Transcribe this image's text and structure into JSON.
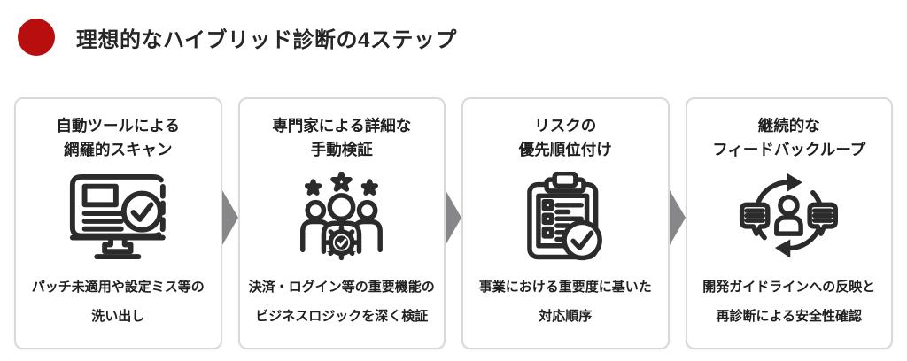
{
  "header": {
    "bullet_icon": "red-dot-icon",
    "title": "理想的なハイブリッド診断の4ステップ"
  },
  "steps": [
    {
      "title": "自動ツールによる\n網羅的スキャン",
      "icon": "monitor-scan-check-icon",
      "description": "パッチ未適用や設定ミス等の\n洗い出し"
    },
    {
      "title": "専門家による詳細な\n手動検証",
      "icon": "expert-team-stars-gear-check-icon",
      "description": "決済・ログイン等の重要機能の\nビジネスロジックを深く検証"
    },
    {
      "title": "リスクの\n優先順位付け",
      "icon": "clipboard-checklist-check-icon",
      "description": "事業における重要度に基いた\n対応順序"
    },
    {
      "title": "継続的な\nフィードバックループ",
      "icon": "feedback-loop-person-chat-icon",
      "description": "開発ガイドラインへの反映と\n再診断による安全性確認"
    }
  ],
  "connectors": [
    {
      "icon": "right-arrow-icon"
    },
    {
      "icon": "right-arrow-icon"
    },
    {
      "icon": "right-arrow-icon"
    }
  ],
  "colors": {
    "bullet_red": "#B80E0E",
    "title_text": "#262626",
    "card_text": "#1F1F1F",
    "card_border": "#D9D9D9",
    "arrow_gray": "#87878A",
    "icon_stroke": "#2B2B2B",
    "background": "#FFFFFF"
  }
}
